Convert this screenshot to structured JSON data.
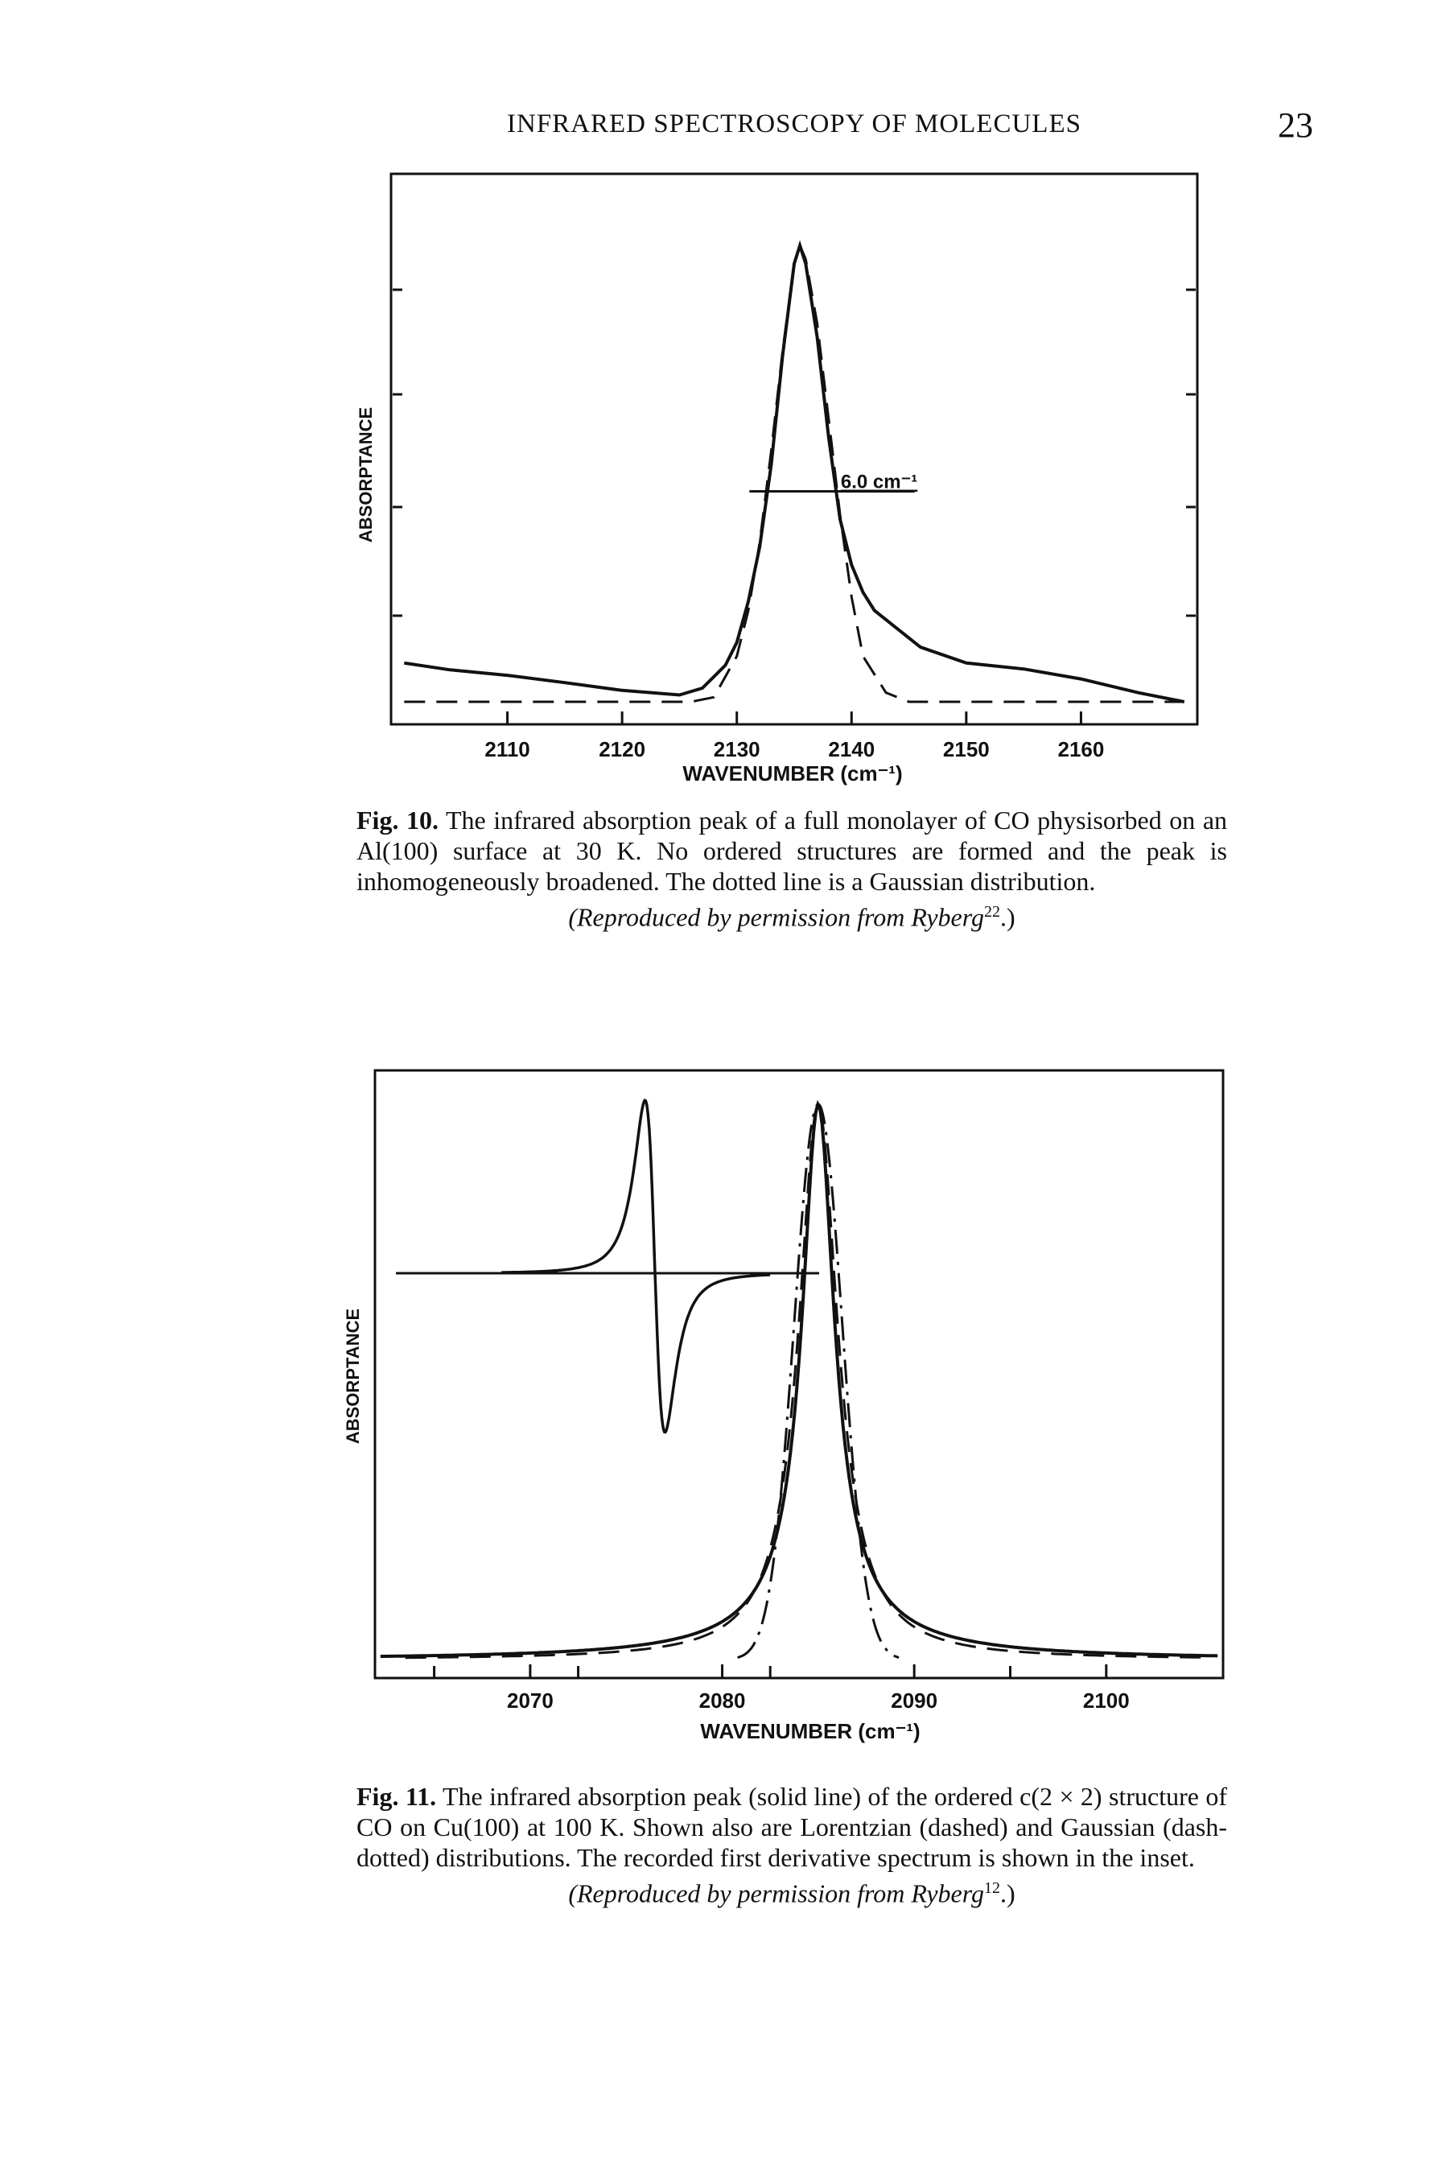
{
  "header": {
    "running_title": "INFRARED SPECTROSCOPY OF MOLECULES",
    "page_number": "23"
  },
  "figures": [
    {
      "label": "Fig. 10.",
      "caption_text": "The infrared absorption peak of a full monolayer of CO physisorbed on an Al(100) surface at 30 K. No ordered structures are formed and the peak is inhomogeneously broadened. The dotted line is a Gaussian distribution.",
      "caption_credit": "(Reproduced by permission from Ryberg",
      "caption_ref": "22",
      "caption_end": ".)"
    },
    {
      "label": "Fig. 11.",
      "caption_text": "The infrared absorption peak (solid line) of the ordered c(2 × 2) structure of CO on Cu(100) at 100 K. Shown also are Lorentzian (dashed) and Gaussian (dash-dotted) distributions. The recorded first derivative spectrum is shown in the inset.",
      "caption_credit": "(Reproduced by permission from Ryberg",
      "caption_ref": "12",
      "caption_end": ".)"
    }
  ],
  "chart_data": [
    {
      "type": "line",
      "xlabel": "WAVENUMBER (cm⁻¹)",
      "ylabel": "ABSORPTANCE",
      "xticks": [
        "2110",
        "2120",
        "2130",
        "2140",
        "2150",
        "2160"
      ],
      "xlim": [
        2100,
        2170
      ],
      "annotation": "6.0 cm⁻¹",
      "fwhm_cm": 6.0,
      "series": [
        {
          "style": "solid",
          "center": 2135.5,
          "x": [
            2101,
            2105,
            2110,
            2115,
            2120,
            2125,
            2127,
            2129,
            2130,
            2131,
            2132,
            2133,
            2134,
            2135,
            2135.5,
            2136,
            2137,
            2138,
            2139,
            2140,
            2141,
            2142,
            2144,
            2146,
            2150,
            2155,
            2160,
            2165,
            2169
          ],
          "y": [
            0.085,
            0.07,
            0.058,
            0.042,
            0.025,
            0.015,
            0.03,
            0.08,
            0.13,
            0.22,
            0.34,
            0.52,
            0.76,
            0.96,
            1.0,
            0.96,
            0.8,
            0.58,
            0.4,
            0.3,
            0.24,
            0.2,
            0.16,
            0.12,
            0.085,
            0.072,
            0.05,
            0.02,
            0.0
          ]
        },
        {
          "style": "dashed",
          "center": 2135.5,
          "sigma": 2.55,
          "x": [
            2101,
            2126,
            2128,
            2130,
            2131,
            2132,
            2133,
            2134,
            2135,
            2135.5,
            2136,
            2137,
            2138,
            2139,
            2140,
            2141,
            2143,
            2145,
            2169
          ],
          "y": [
            0.0,
            0.0,
            0.01,
            0.1,
            0.2,
            0.35,
            0.55,
            0.77,
            0.96,
            1.0,
            0.97,
            0.83,
            0.62,
            0.41,
            0.23,
            0.1,
            0.02,
            0.0,
            0.0
          ]
        }
      ]
    },
    {
      "type": "line",
      "xlabel": "WAVENUMBER (cm⁻¹)",
      "ylabel": "ABSORPTANCE",
      "xticks": [
        "2070",
        "2080",
        "2090",
        "2100"
      ],
      "xlim": [
        2062,
        2106
      ],
      "center": 2085,
      "series": [
        {
          "style": "solid",
          "shape": "lorentzian-like",
          "center": 2085,
          "gamma": 0.95
        },
        {
          "style": "dashed",
          "shape": "lorentzian",
          "center": 2085,
          "gamma": 1.25
        },
        {
          "style": "dash-dot",
          "shape": "gaussian",
          "center": 2085,
          "sigma": 1.25
        },
        {
          "style": "solid",
          "shape": "first-derivative-inset",
          "center": 2076.5,
          "width": 0.9
        }
      ]
    }
  ]
}
